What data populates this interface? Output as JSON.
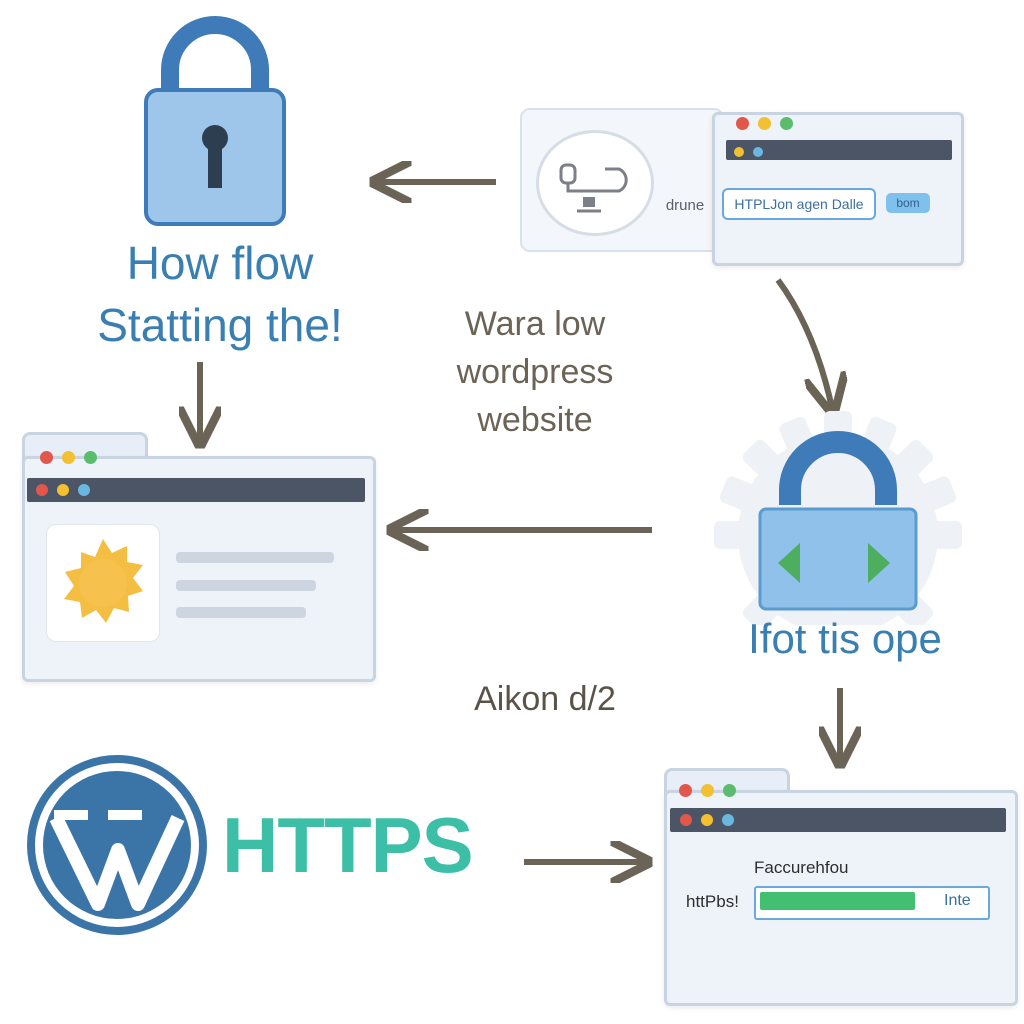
{
  "lock_caption": {
    "line1": "How flow",
    "line2": "Statting the!"
  },
  "middle_caption": {
    "line1": "Wara low",
    "line2": "wordpress",
    "line3": "website"
  },
  "gear_caption": "Ifot tis ope",
  "bottom_caption": "Aikon d/2",
  "https_label": "HTTPS",
  "top_right_browser": {
    "side_label": "drune",
    "url_field": "HTPLJon agen Dalle",
    "button": "bom"
  },
  "bottom_right_browser": {
    "title": "Faccurehfou",
    "field_label": "httPbs!",
    "field_end_text": "Inte",
    "progress_fraction": 0.67
  },
  "colors": {
    "lock_blue": "#6aa3d6",
    "lock_dark": "#3e7bb8",
    "gear_gray": "#eef1f5",
    "https_teal": "#3dbfa7",
    "wordpress_blue": "#3b75a8",
    "arrow": "#6b6356",
    "progress_green": "#43bf72",
    "sun_yellow": "#f4be43"
  },
  "icons": [
    "padlock-icon",
    "padlock-gear-icon",
    "sun-icon",
    "wordpress-logo",
    "browser-window",
    "arrow-icon"
  ]
}
